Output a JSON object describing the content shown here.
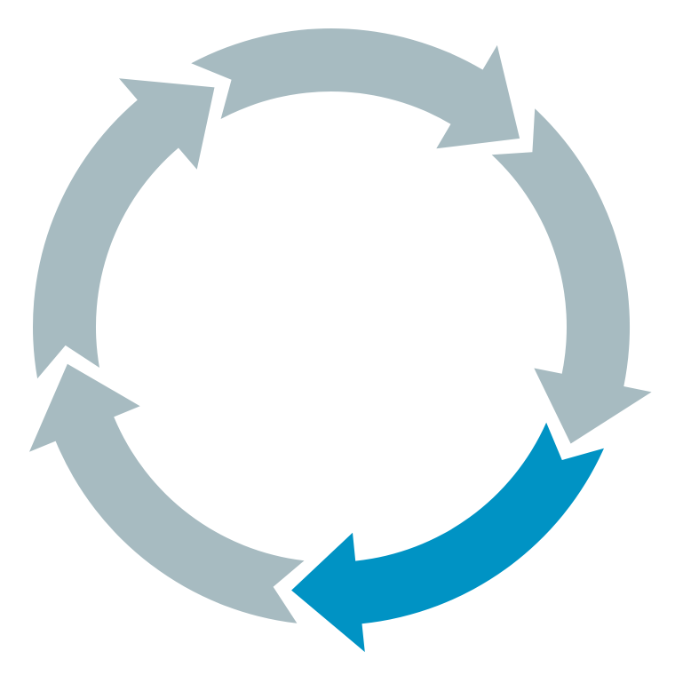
{
  "diagram": {
    "type": "cycle",
    "direction": "clockwise",
    "step_count": 5,
    "highlighted_step_index": 1,
    "colors": {
      "inactive": "#a7bbc1",
      "active": "#0093c4",
      "background": "#ffffff"
    }
  }
}
